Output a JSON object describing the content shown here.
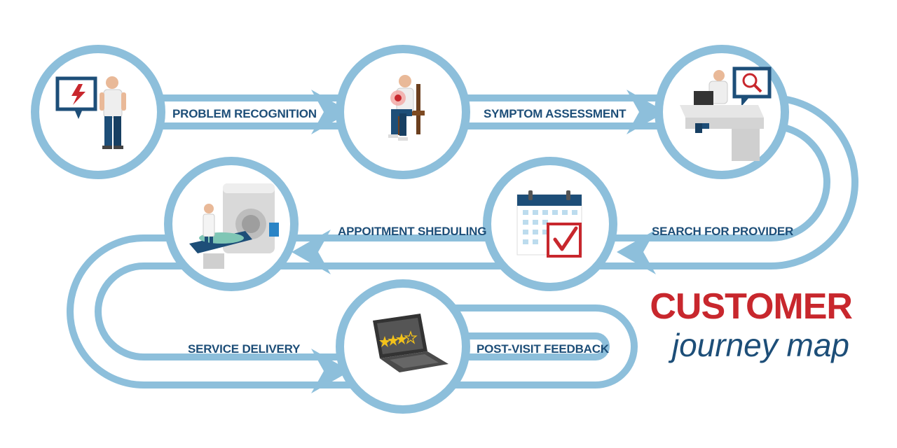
{
  "steps": [
    {
      "label": "PROBLEM RECOGNITION",
      "icon": "warning-monitor-person-icon"
    },
    {
      "label": "SYMPTOM ASSESSMENT",
      "icon": "seated-patient-pain-icon"
    },
    {
      "label": "SEARCH FOR PROVIDER",
      "icon": "laptop-desk-search-icon"
    },
    {
      "label": "APPOITMENT SHEDULING",
      "icon": "calendar-check-icon"
    },
    {
      "label": "SERVICE DELIVERY",
      "icon": "mri-scanner-icon"
    },
    {
      "label": "POST-VISIT FEEDBACK",
      "icon": "laptop-rating-stars-icon"
    }
  ],
  "title": {
    "main": "CUSTOMER",
    "sub": "journey map"
  },
  "colors": {
    "path": "#8dbfdb",
    "label": "#1d4e78",
    "accent": "#c8272d",
    "background": "#ffffff"
  }
}
